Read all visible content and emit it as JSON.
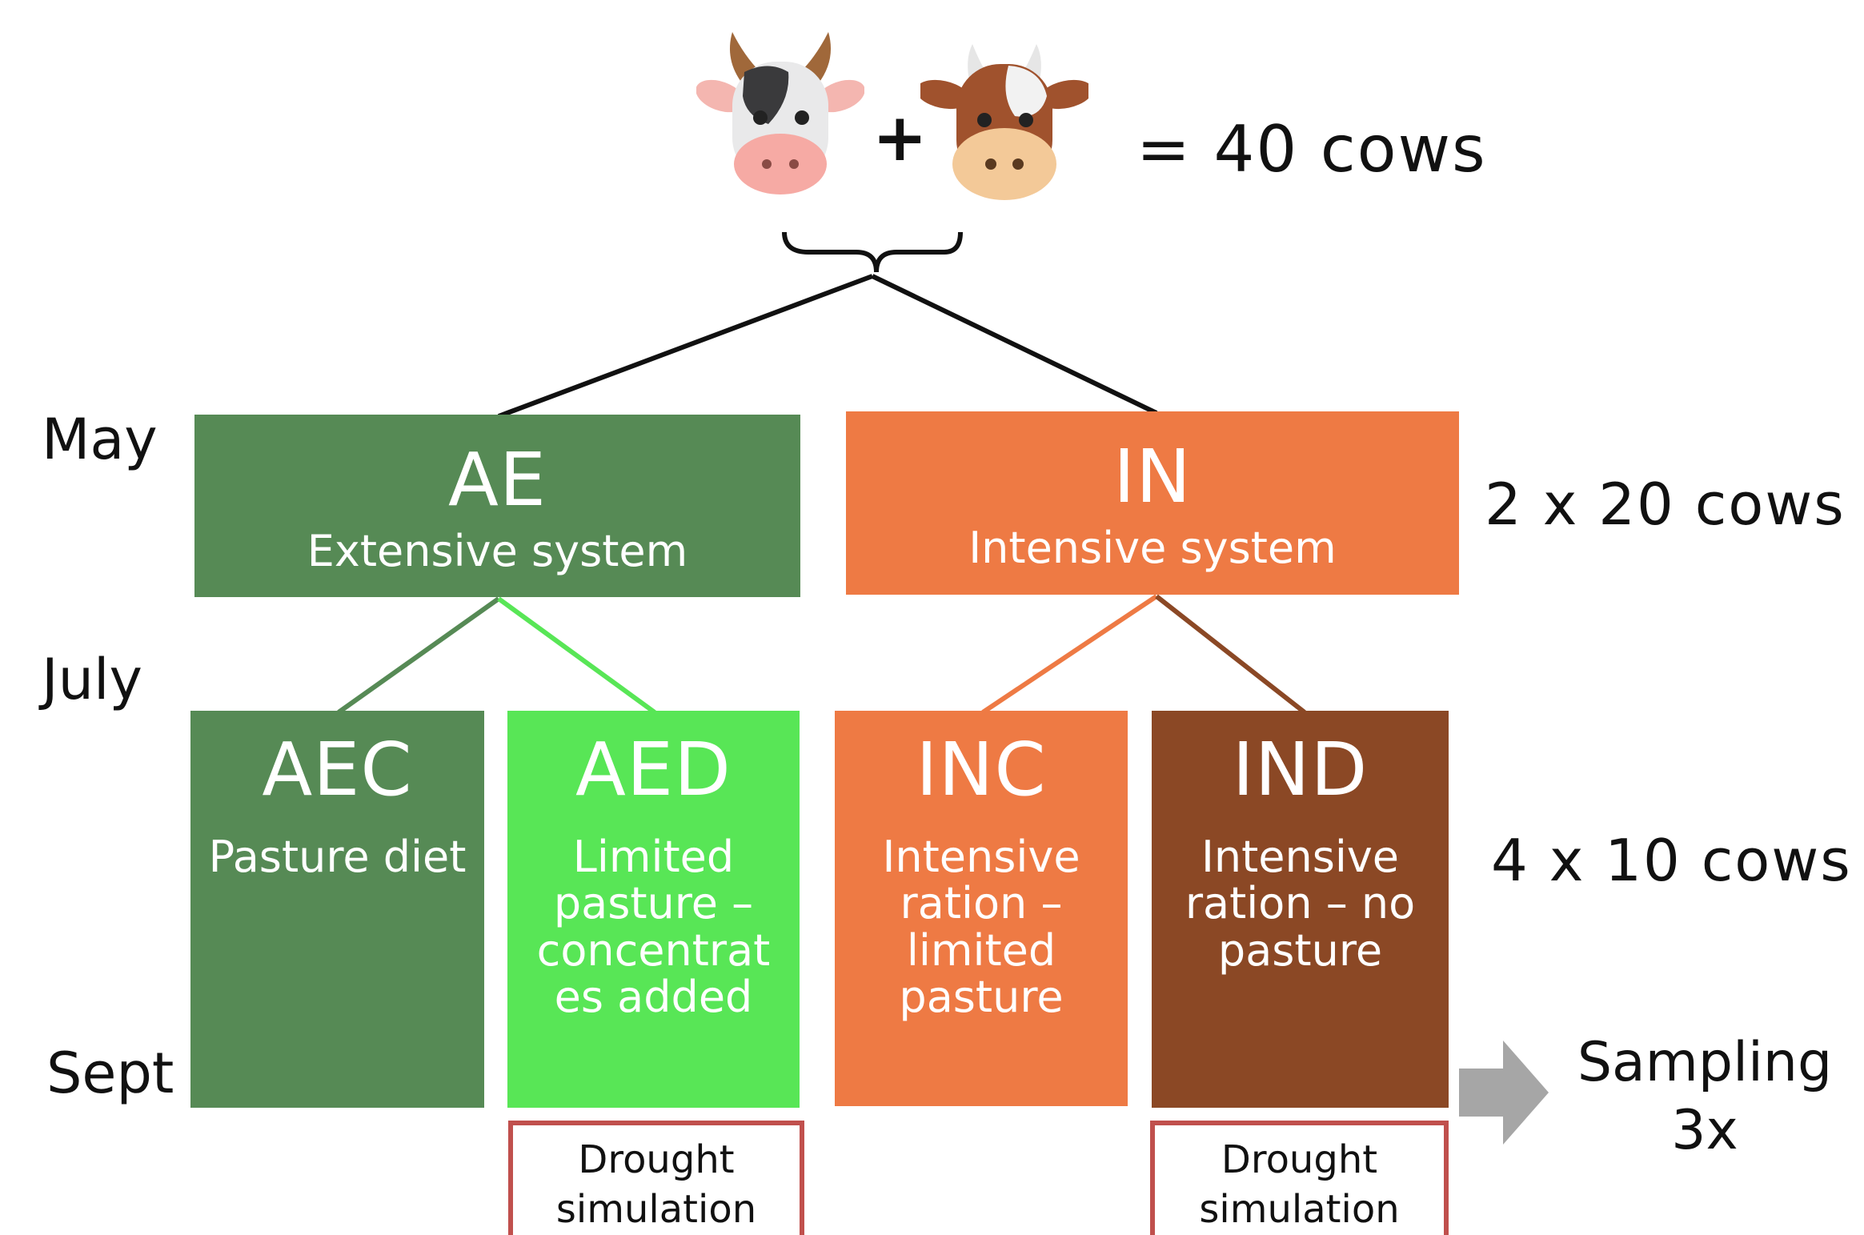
{
  "header": {
    "plus": "+",
    "total": "= 40 cows"
  },
  "months": {
    "may": "May",
    "july": "July",
    "sept": "Sept"
  },
  "counts": {
    "level1": "2 x 20 cows",
    "level2": "4 x 10 cows"
  },
  "systems": [
    {
      "code": "AE",
      "label": "Extensive system",
      "color": "#568a55"
    },
    {
      "code": "IN",
      "label": "Intensive system",
      "color": "#ee7a44"
    }
  ],
  "groups": [
    {
      "code": "AEC",
      "lines": [
        "Pasture diet"
      ],
      "color": "#568a55"
    },
    {
      "code": "AED",
      "lines": [
        "Limited",
        "pasture –",
        "concentrat",
        "es added"
      ],
      "color": "#58e656"
    },
    {
      "code": "INC",
      "lines": [
        "Intensive",
        "ration –",
        "limited",
        "pasture"
      ],
      "color": "#ee7a44"
    },
    {
      "code": "IND",
      "lines": [
        "Intensive",
        "ration – no",
        "pasture"
      ],
      "color": "#8b4825"
    }
  ],
  "drought": [
    {
      "lines": [
        "Drought",
        "simulation"
      ]
    },
    {
      "lines": [
        "Drought",
        "simulation"
      ]
    }
  ],
  "sampling": {
    "lines": [
      "Sampling",
      "3x"
    ]
  },
  "icons": [
    "holstein-cow-icon",
    "brown-cow-icon",
    "brace-icon",
    "arrow-right-icon"
  ],
  "colors": {
    "drought_border": "#c0504d",
    "arrow": "#a6a6a6",
    "connector": "#111111"
  }
}
